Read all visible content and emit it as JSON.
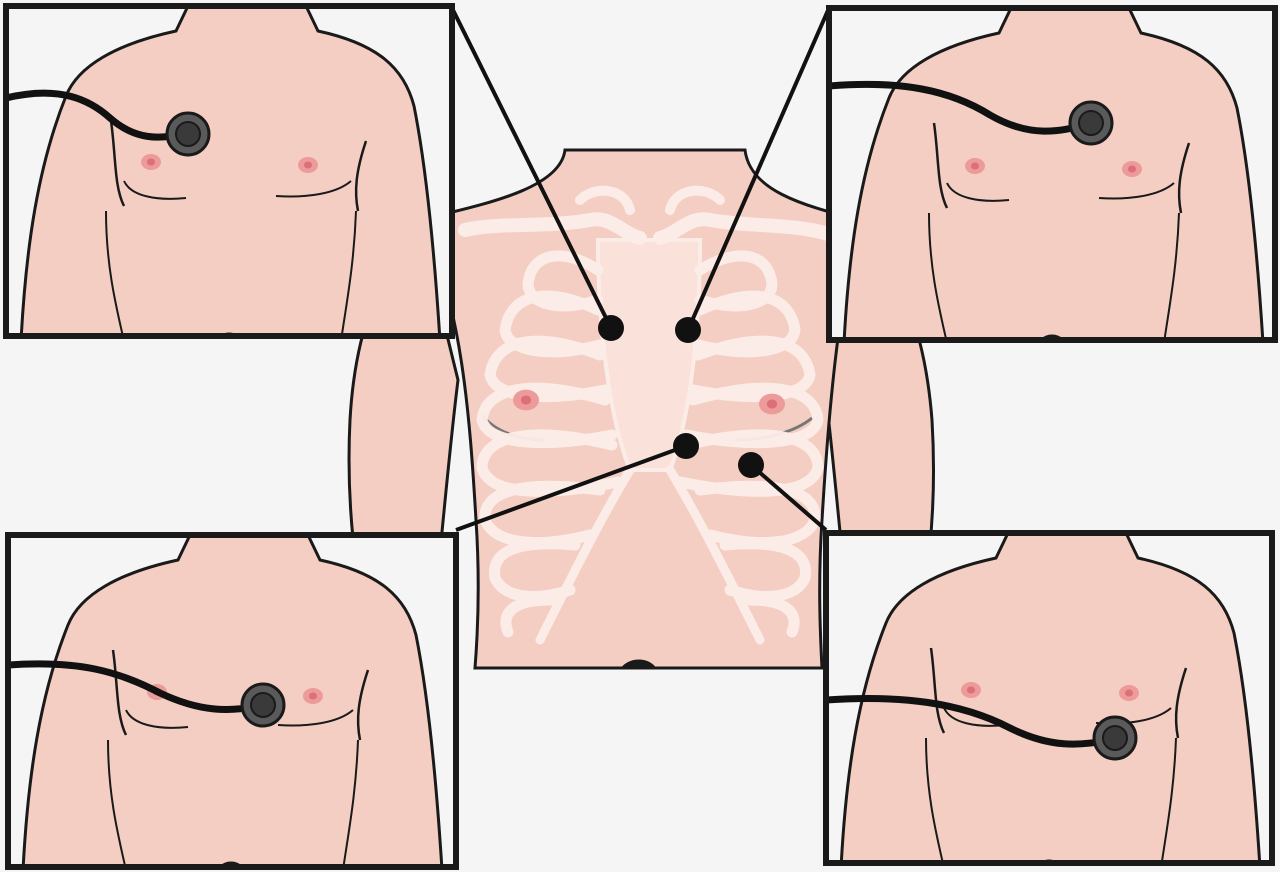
{
  "colors": {
    "background": "#f5f5f5",
    "skin": "#f4cec2",
    "outline": "#1a1a1a",
    "rib": "#fdeee9",
    "nipple_outer": "#ec9a9a",
    "nipple_inner": "#dc6f77",
    "stethoscope_rim": "#5a5a5a",
    "stethoscope_center": "#3a3a3a",
    "tube": "#111111",
    "marker": "#111111",
    "frame": "#1a1a1a"
  },
  "diagram": {
    "description_visible": "",
    "markers": [
      {
        "id": "aortic-area",
        "panel": "top-left"
      },
      {
        "id": "pulmonic-area",
        "panel": "top-right"
      },
      {
        "id": "tricuspid-area",
        "panel": "bottom-left"
      },
      {
        "id": "mitral-area",
        "panel": "bottom-right"
      }
    ],
    "panels": [
      {
        "id": "top-left",
        "icon": "stethoscope-icon"
      },
      {
        "id": "top-right",
        "icon": "stethoscope-icon"
      },
      {
        "id": "bottom-left",
        "icon": "stethoscope-icon"
      },
      {
        "id": "bottom-right",
        "icon": "stethoscope-icon"
      }
    ]
  }
}
